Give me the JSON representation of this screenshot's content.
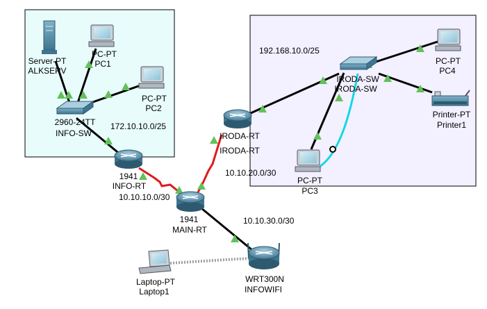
{
  "colors": {
    "left_area_fill": "#e9fcfc",
    "right_area_fill": "#f3f0ff",
    "copper_link": "#000000",
    "serial_link": "#e0191b",
    "cross_link": "#14d7e6",
    "wireless_link": "#9aa09b",
    "link_up": "#61c15a",
    "device_body": "#5b8fa6"
  },
  "devices": {
    "server": {
      "type": "Server-PT",
      "name": "ALKSERV",
      "icon": "server-icon"
    },
    "pc1": {
      "type": "PC-PT",
      "name": "PC1",
      "icon": "pc-icon"
    },
    "pc2": {
      "type": "PC-PT",
      "name": "PC2",
      "icon": "pc-icon"
    },
    "info_sw": {
      "type": "2960-24TT",
      "name": "INFO-SW",
      "icon": "switch-icon"
    },
    "info_rt": {
      "type": "1941",
      "name": "INFO-RT",
      "icon": "router-icon"
    },
    "main_rt": {
      "type": "1941",
      "name": "MAIN-RT",
      "icon": "router-icon"
    },
    "iroda_rt": {
      "type": "IRODA-RT",
      "name": "IRODA-RT",
      "icon": "router-icon"
    },
    "iroda_sw": {
      "type": "IRODA-SW",
      "name": "IRODA-SW",
      "icon": "switch-icon"
    },
    "pc3": {
      "type": "PC-PT",
      "name": "PC3",
      "icon": "pc-icon"
    },
    "pc4": {
      "type": "PC-PT",
      "name": "PC4",
      "icon": "pc-icon"
    },
    "printer": {
      "type": "Printer-PT",
      "name": "Printer1",
      "icon": "printer-icon"
    },
    "wifi": {
      "type": "WRT300N",
      "name": "INFOWIFI",
      "icon": "wireless-router-icon"
    },
    "laptop": {
      "type": "Laptop-PT",
      "name": "Laptop1",
      "icon": "laptop-icon"
    }
  },
  "networks": {
    "left_lan": "172.10.10.0/25",
    "right_lan": "192.168.10.0/25",
    "link_info_main": "10.10.10.0/30",
    "link_main_iroda": "10.10.20.0/30",
    "link_main_wifi": "10.10.30.0/30"
  }
}
